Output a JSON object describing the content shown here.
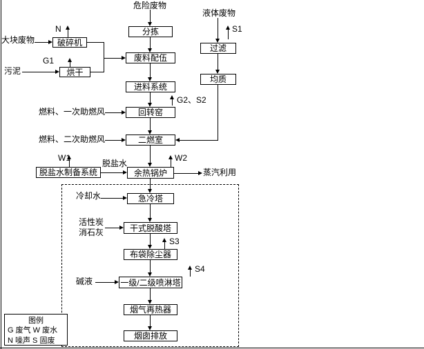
{
  "page": {
    "background": "#ffffff",
    "line_color": "#000000"
  },
  "nodes": {
    "sorting": "分拣",
    "filtering": "过滤",
    "crusher": "破碎机",
    "waste_blending": "废料配伍",
    "drying": "烘干",
    "homogenization": "均质",
    "feeding_system": "进料系统",
    "rotary_kiln": "回转窑",
    "secondary_chamber": "二燃室",
    "desalted_water_system": "脱盐水制备系统",
    "waste_heat_boiler": "余热锅炉",
    "quench_tower": "急冷塔",
    "dry_deacid_tower": "干式脱酸塔",
    "bag_filter": "布袋除尘器",
    "spray_tower": "一级/二级喷淋塔",
    "gas_reheater": "烟气再热器",
    "stack_discharge": "烟囱排放"
  },
  "inputs": {
    "hazardous_waste": "危险废物",
    "liquid_waste": "液体废物",
    "bulky_waste": "大块废物",
    "sludge": "污泥",
    "fuel_primary_air": "燃料、一次助燃风",
    "fuel_secondary_air": "燃料、二次助燃风",
    "desalted_water": "脱盐水",
    "steam_use": "蒸汽利用",
    "cooling_water": "冷却水",
    "activated_carbon": "活性炭",
    "slaked_lime": "消石灰",
    "alkali_liquor": "碱液"
  },
  "emissions": {
    "n": "N",
    "g1": "G1",
    "s1": "S1",
    "g2_s2": "G2、S2",
    "w1": "W1",
    "w2": "W2",
    "s3": "S3",
    "s4": "S4"
  },
  "legend": {
    "title": "图例",
    "row1": "G 废气 W 废水",
    "row2": "N 噪声 S 固废"
  }
}
